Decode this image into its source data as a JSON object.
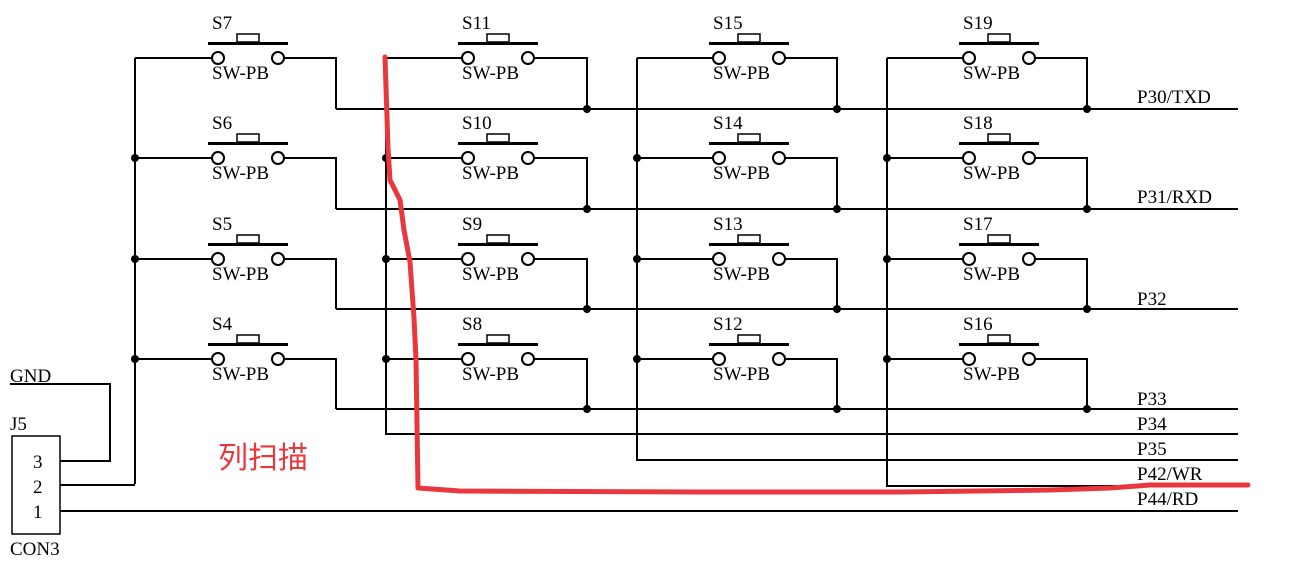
{
  "colors": {
    "wire": "#000000",
    "highlight": "#e8383d"
  },
  "switches": [
    {
      "name": "S7",
      "type": "SW-PB",
      "col": 0,
      "row": 0
    },
    {
      "name": "S6",
      "type": "SW-PB",
      "col": 0,
      "row": 1
    },
    {
      "name": "S5",
      "type": "SW-PB",
      "col": 0,
      "row": 2
    },
    {
      "name": "S4",
      "type": "SW-PB",
      "col": 0,
      "row": 3
    },
    {
      "name": "S11",
      "type": "SW-PB",
      "col": 1,
      "row": 0
    },
    {
      "name": "S10",
      "type": "SW-PB",
      "col": 1,
      "row": 1
    },
    {
      "name": "S9",
      "type": "SW-PB",
      "col": 1,
      "row": 2
    },
    {
      "name": "S8",
      "type": "SW-PB",
      "col": 1,
      "row": 3
    },
    {
      "name": "S15",
      "type": "SW-PB",
      "col": 2,
      "row": 0
    },
    {
      "name": "S14",
      "type": "SW-PB",
      "col": 2,
      "row": 1
    },
    {
      "name": "S13",
      "type": "SW-PB",
      "col": 2,
      "row": 2
    },
    {
      "name": "S12",
      "type": "SW-PB",
      "col": 2,
      "row": 3
    },
    {
      "name": "S19",
      "type": "SW-PB",
      "col": 3,
      "row": 0
    },
    {
      "name": "S18",
      "type": "SW-PB",
      "col": 3,
      "row": 1
    },
    {
      "name": "S17",
      "type": "SW-PB",
      "col": 3,
      "row": 2
    },
    {
      "name": "S16",
      "type": "SW-PB",
      "col": 3,
      "row": 3
    }
  ],
  "row_nets": [
    "P30/TXD",
    "P31/RXD",
    "P32",
    "P33"
  ],
  "col_nets": [
    "P34",
    "P35",
    "P42/WR",
    "P44/RD"
  ],
  "connector": {
    "designator": "J5",
    "part": "CON3",
    "gnd_label": "GND",
    "pins": [
      "3",
      "2",
      "1"
    ]
  },
  "annotation": "列扫描"
}
